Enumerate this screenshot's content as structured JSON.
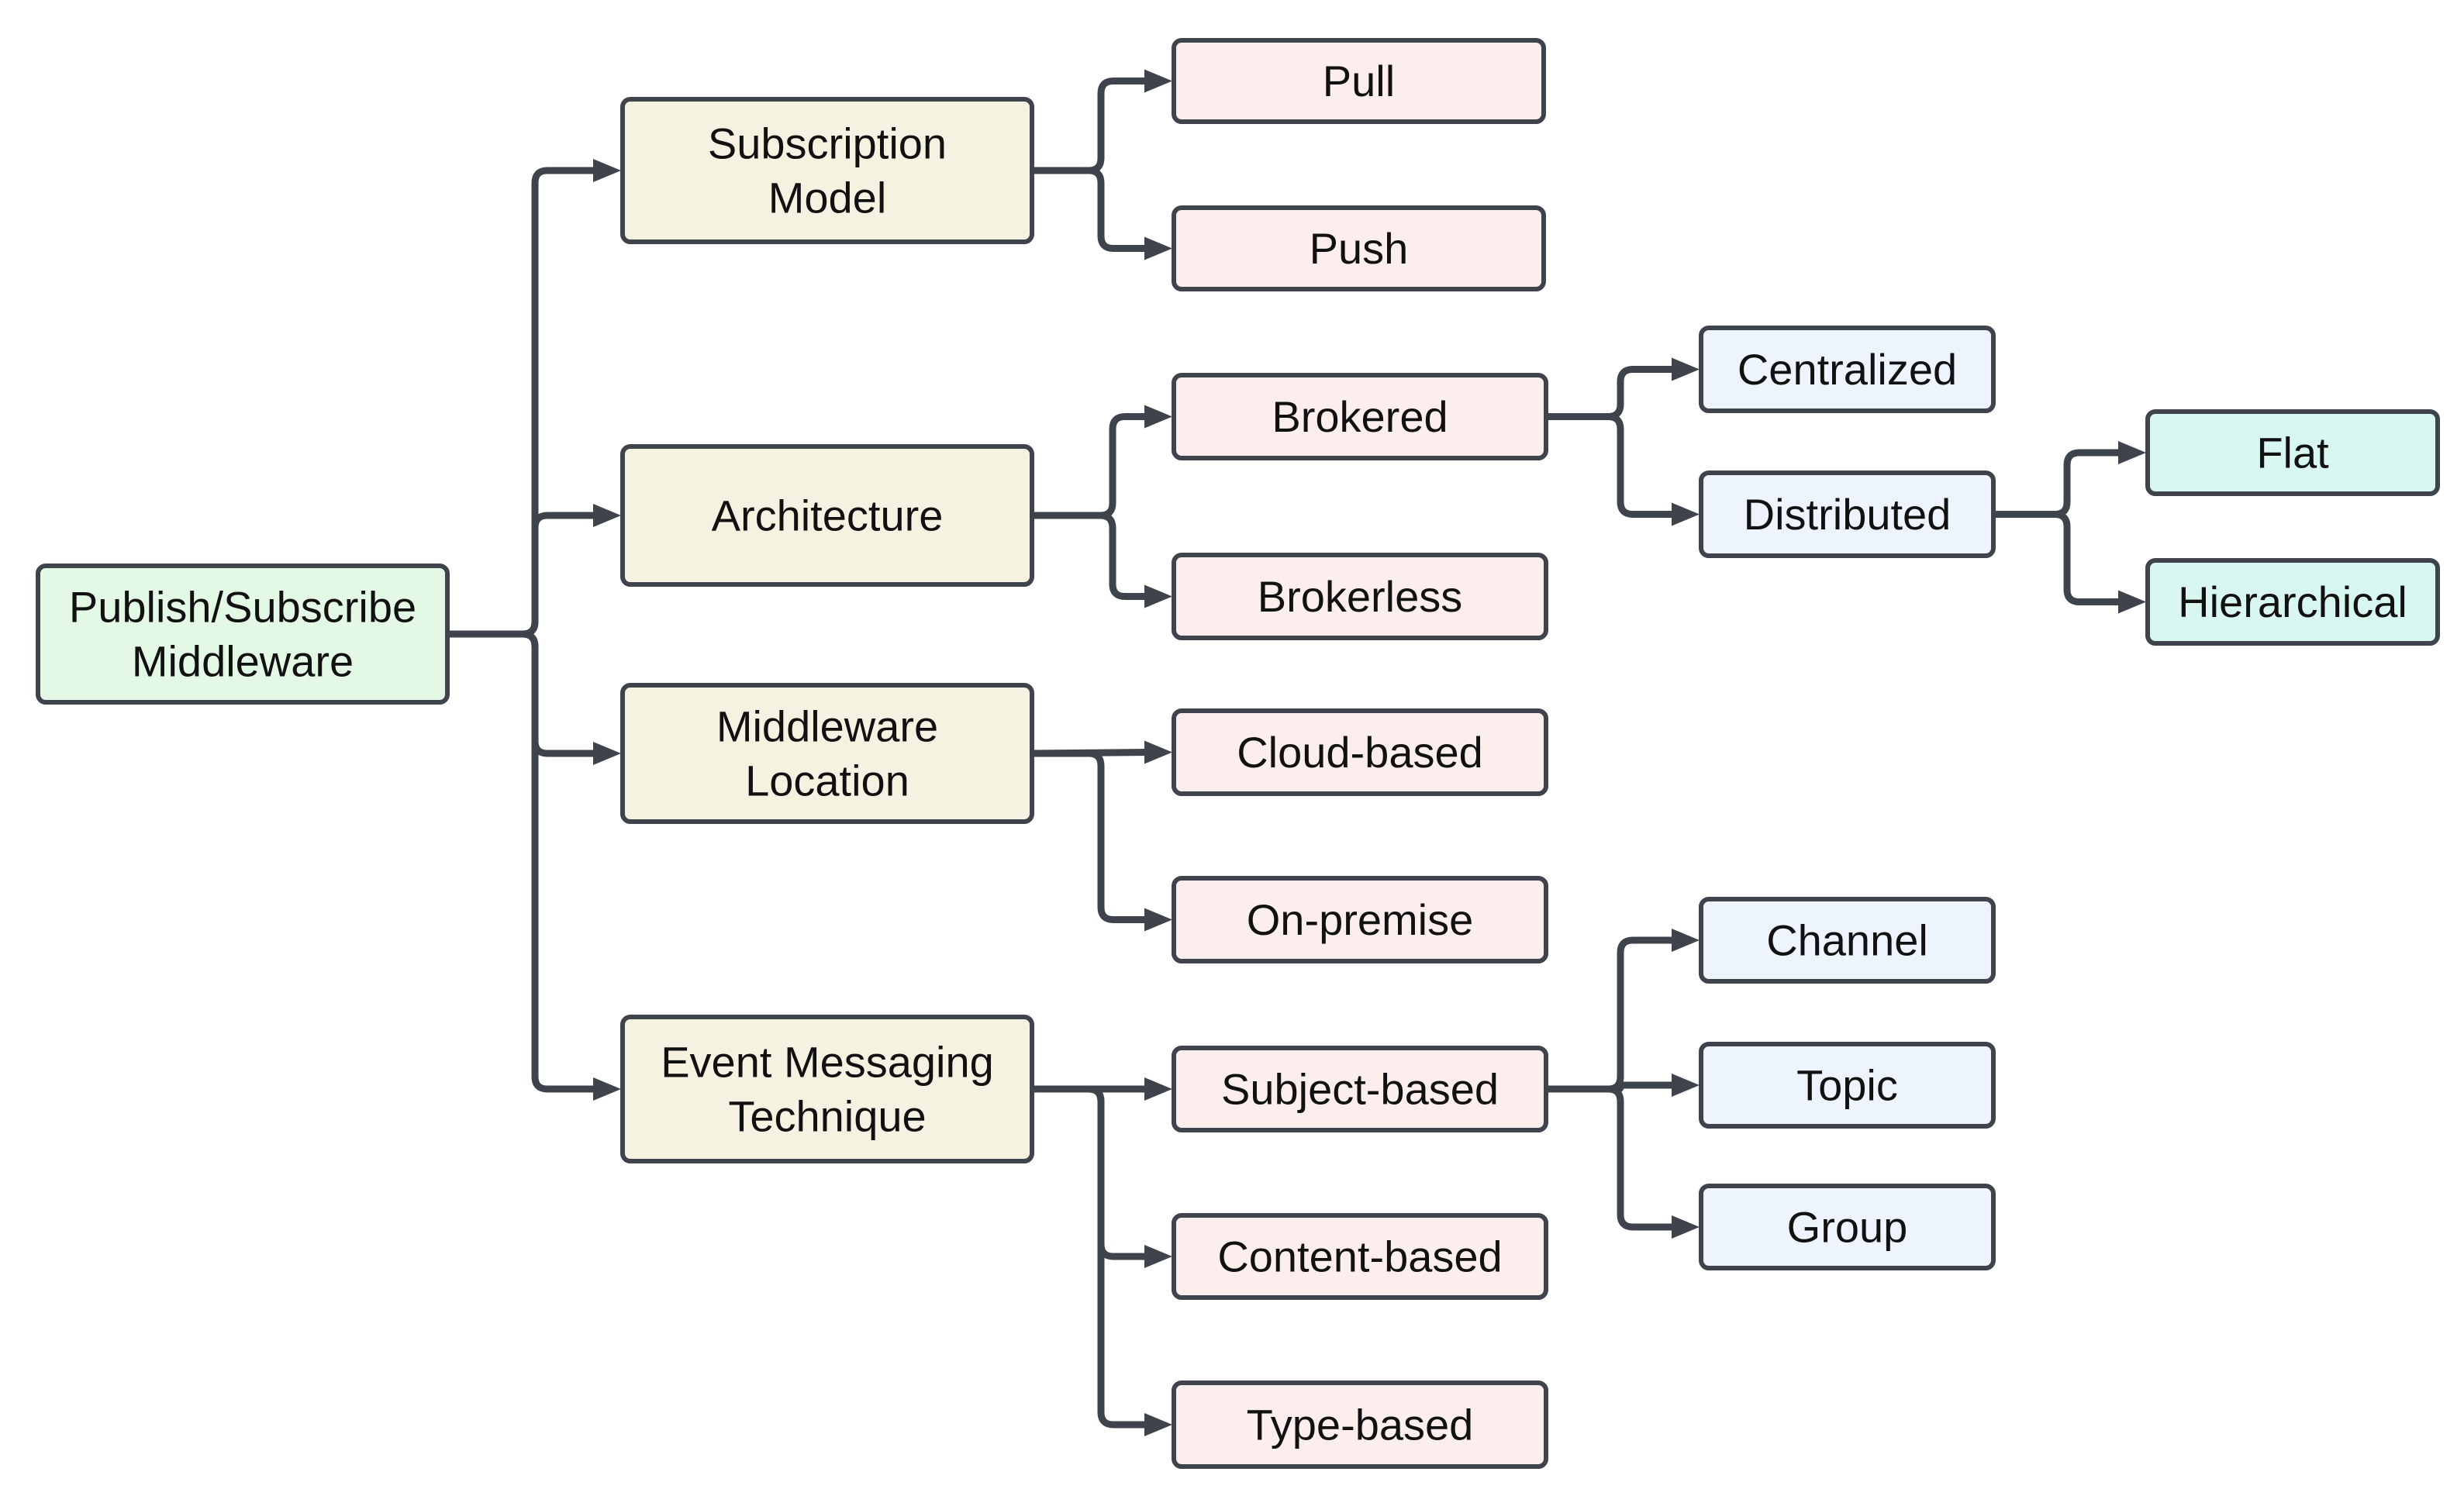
{
  "colors": {
    "line": "#3f434b",
    "root_fill": "#e3f8e5",
    "level1_fill": "#f6f2e2",
    "level2_fill": "#fdeeee",
    "level3_fill": "#edf4fd",
    "level4_fill": "#d8f7f1"
  },
  "nodes": {
    "root": {
      "lines": [
        "Publish/Subscribe",
        "Middleware"
      ]
    },
    "subscription": {
      "lines": [
        "Subscription",
        "Model"
      ]
    },
    "architecture": {
      "lines": [
        "Architecture"
      ]
    },
    "location": {
      "lines": [
        "Middleware",
        "Location"
      ]
    },
    "messaging": {
      "lines": [
        "Event Messaging",
        "Technique"
      ]
    },
    "pull": {
      "lines": [
        "Pull"
      ]
    },
    "push": {
      "lines": [
        "Push"
      ]
    },
    "brokered": {
      "lines": [
        "Brokered"
      ]
    },
    "brokerless": {
      "lines": [
        "Brokerless"
      ]
    },
    "cloud": {
      "lines": [
        "Cloud-based"
      ]
    },
    "onpremise": {
      "lines": [
        "On-premise"
      ]
    },
    "subject": {
      "lines": [
        "Subject-based"
      ]
    },
    "content": {
      "lines": [
        "Content-based"
      ]
    },
    "type": {
      "lines": [
        "Type-based"
      ]
    },
    "centralized": {
      "lines": [
        "Centralized"
      ]
    },
    "distributed": {
      "lines": [
        "Distributed"
      ]
    },
    "channel": {
      "lines": [
        "Channel"
      ]
    },
    "topic": {
      "lines": [
        "Topic"
      ]
    },
    "group": {
      "lines": [
        "Group"
      ]
    },
    "flat": {
      "lines": [
        "Flat"
      ]
    },
    "hierarchical": {
      "lines": [
        "Hierarchical"
      ]
    }
  },
  "edges": [
    [
      "root",
      "subscription"
    ],
    [
      "root",
      "architecture"
    ],
    [
      "root",
      "location"
    ],
    [
      "root",
      "messaging"
    ],
    [
      "subscription",
      "pull"
    ],
    [
      "subscription",
      "push"
    ],
    [
      "architecture",
      "brokered"
    ],
    [
      "architecture",
      "brokerless"
    ],
    [
      "location",
      "cloud"
    ],
    [
      "location",
      "onpremise"
    ],
    [
      "messaging",
      "subject"
    ],
    [
      "messaging",
      "content"
    ],
    [
      "messaging",
      "type"
    ],
    [
      "brokered",
      "centralized"
    ],
    [
      "brokered",
      "distributed"
    ],
    [
      "subject",
      "channel"
    ],
    [
      "subject",
      "topic"
    ],
    [
      "subject",
      "group"
    ],
    [
      "distributed",
      "flat"
    ],
    [
      "distributed",
      "hierarchical"
    ]
  ]
}
